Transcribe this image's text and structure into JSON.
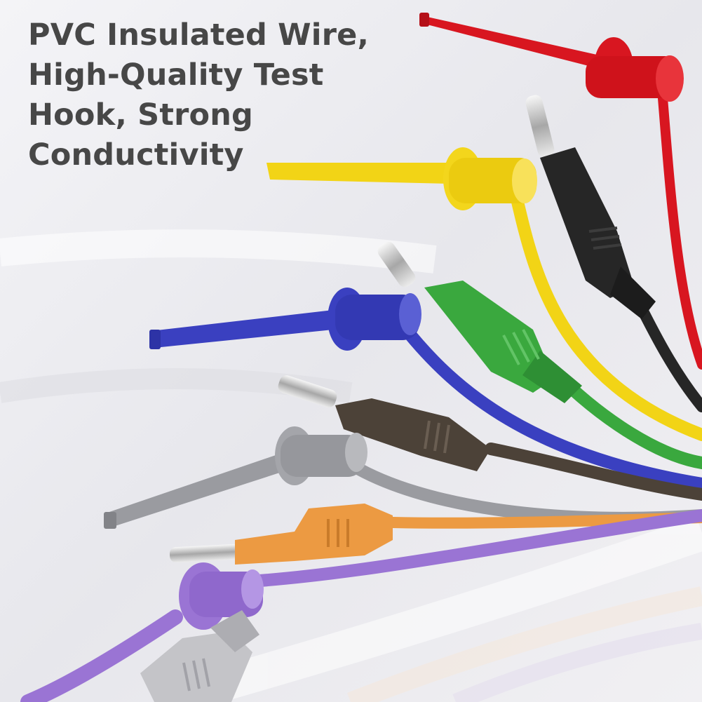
{
  "headline": {
    "lines": [
      "PVC Insulated Wire,",
      "High-Quality Test",
      "Hook, Strong",
      "Conductivity"
    ]
  },
  "colors": {
    "text": "#474747",
    "background": "#eeeef2",
    "red": "#d81620",
    "yellow": "#f2d416",
    "black": "#262626",
    "green": "#3aa83e",
    "blue": "#3a40c0",
    "brown": "#4c4238",
    "gray": "#9a9ba0",
    "orange": "#ec9a42",
    "purple": "#9a74d4",
    "light_gray": "#c4c4c8"
  }
}
